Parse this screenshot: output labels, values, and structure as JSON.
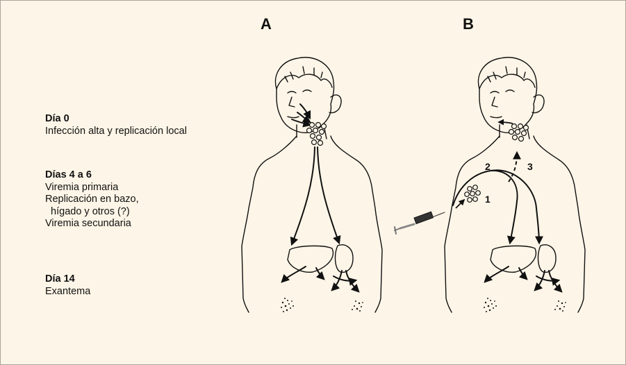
{
  "panels": {
    "a": "A",
    "b": "B"
  },
  "timeline": [
    {
      "heading": "Día 0",
      "lines": [
        "Infección alta y replicación local"
      ]
    },
    {
      "heading": "Días 4 a 6",
      "lines": [
        "Viremia primaria",
        "Replicación en bazo,",
        "  hígado y otros (?)",
        "Viremia secundaria"
      ]
    },
    {
      "heading": "Día 14",
      "lines": [
        "Exantema"
      ]
    }
  ],
  "route_labels": {
    "one": "1",
    "two": "2",
    "three": "3"
  },
  "colors": {
    "background": "#fdf5e7",
    "ink": "#111111",
    "frame": "#a8a39a"
  }
}
